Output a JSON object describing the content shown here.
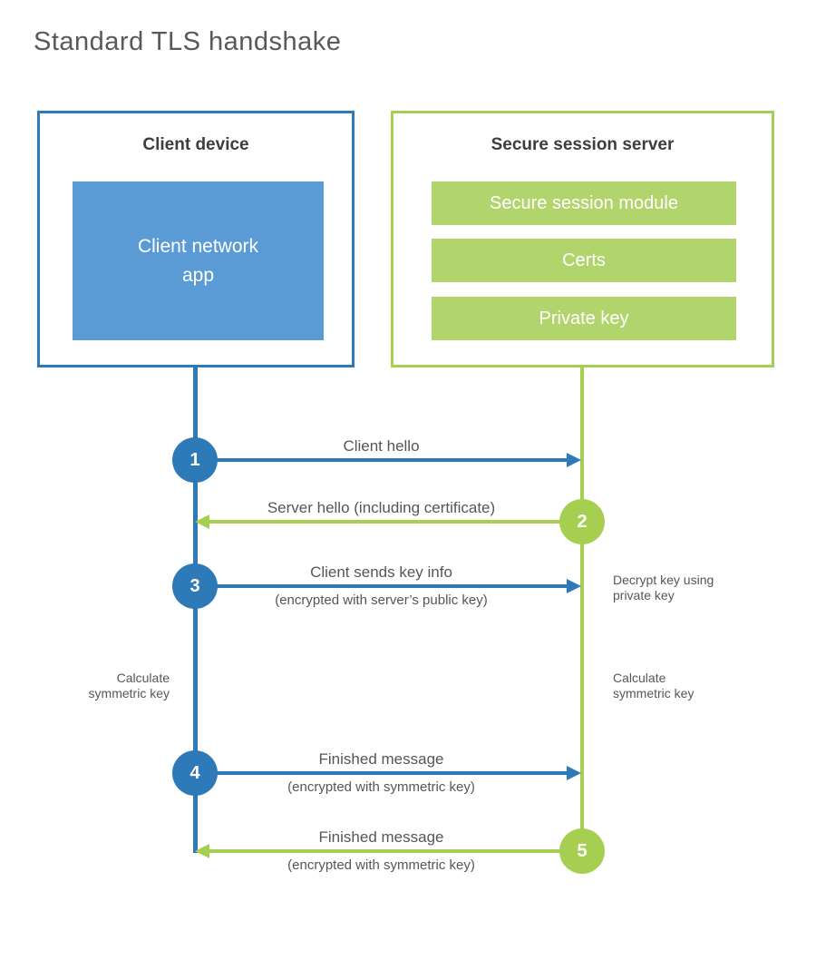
{
  "title": "Standard TLS handshake",
  "client": {
    "title": "Client device",
    "app_label": "Client network\napp"
  },
  "server": {
    "title": "Secure session server",
    "modules": [
      "Secure session module",
      "Certs",
      "Private key"
    ]
  },
  "steps": [
    {
      "num": "1",
      "from": "client",
      "label": "Client hello",
      "sub": ""
    },
    {
      "num": "2",
      "from": "server",
      "label": "Server hello (including certificate)",
      "sub": ""
    },
    {
      "num": "3",
      "from": "client",
      "label": "Client sends key info",
      "sub": "(encrypted with server’s public key)"
    },
    {
      "num": "4",
      "from": "client",
      "label": "Finished message",
      "sub": "(encrypted with symmetric key)"
    },
    {
      "num": "5",
      "from": "server",
      "label": "Finished message",
      "sub": "(encrypted with symmetric key)"
    }
  ],
  "notes": {
    "decrypt": "Decrypt key using\nprivate key",
    "calc_client": "Calculate\nsymmetric key",
    "calc_server": "Calculate\nsymmetric key"
  },
  "colors": {
    "blue": "#2e79b8",
    "blue_fill": "#5b9bd5",
    "green": "#a6cf52",
    "green_fill": "#b2d46d",
    "heading": "#3d3d3d",
    "text": "#54565a",
    "title": "#595959"
  }
}
